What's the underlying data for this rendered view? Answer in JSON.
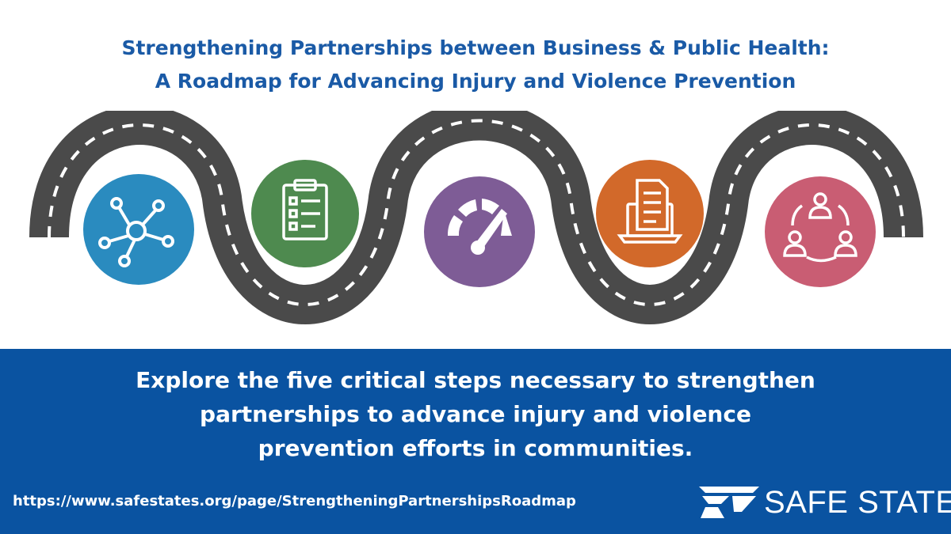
{
  "header": {
    "title_line1": "Strengthening Partnerships between Business & Public Health:",
    "title_line2": "A Roadmap for Advancing Injury and Violence Prevention"
  },
  "steps": [
    {
      "icon": "network-icon",
      "color": "#2a8bbf"
    },
    {
      "icon": "clipboard-checklist-icon",
      "color": "#4e8a4f"
    },
    {
      "icon": "gauge-icon",
      "color": "#7e5c96"
    },
    {
      "icon": "laptop-document-icon",
      "color": "#d2692a"
    },
    {
      "icon": "people-cycle-icon",
      "color": "#c95d73"
    }
  ],
  "colors": {
    "title": "#1a5aa6",
    "banner": "#0a53a1",
    "road": "#4a4a4a",
    "road_dash": "#ffffff"
  },
  "footer": {
    "tagline_line1": "Explore the five critical steps necessary to strengthen",
    "tagline_line2": "partnerships to advance injury and violence",
    "tagline_line3": "prevention efforts in communities.",
    "url": "https://www.safestates.org/page/StrengtheningPartnershipsRoadmap",
    "logo_text": "SAFE STATES"
  }
}
